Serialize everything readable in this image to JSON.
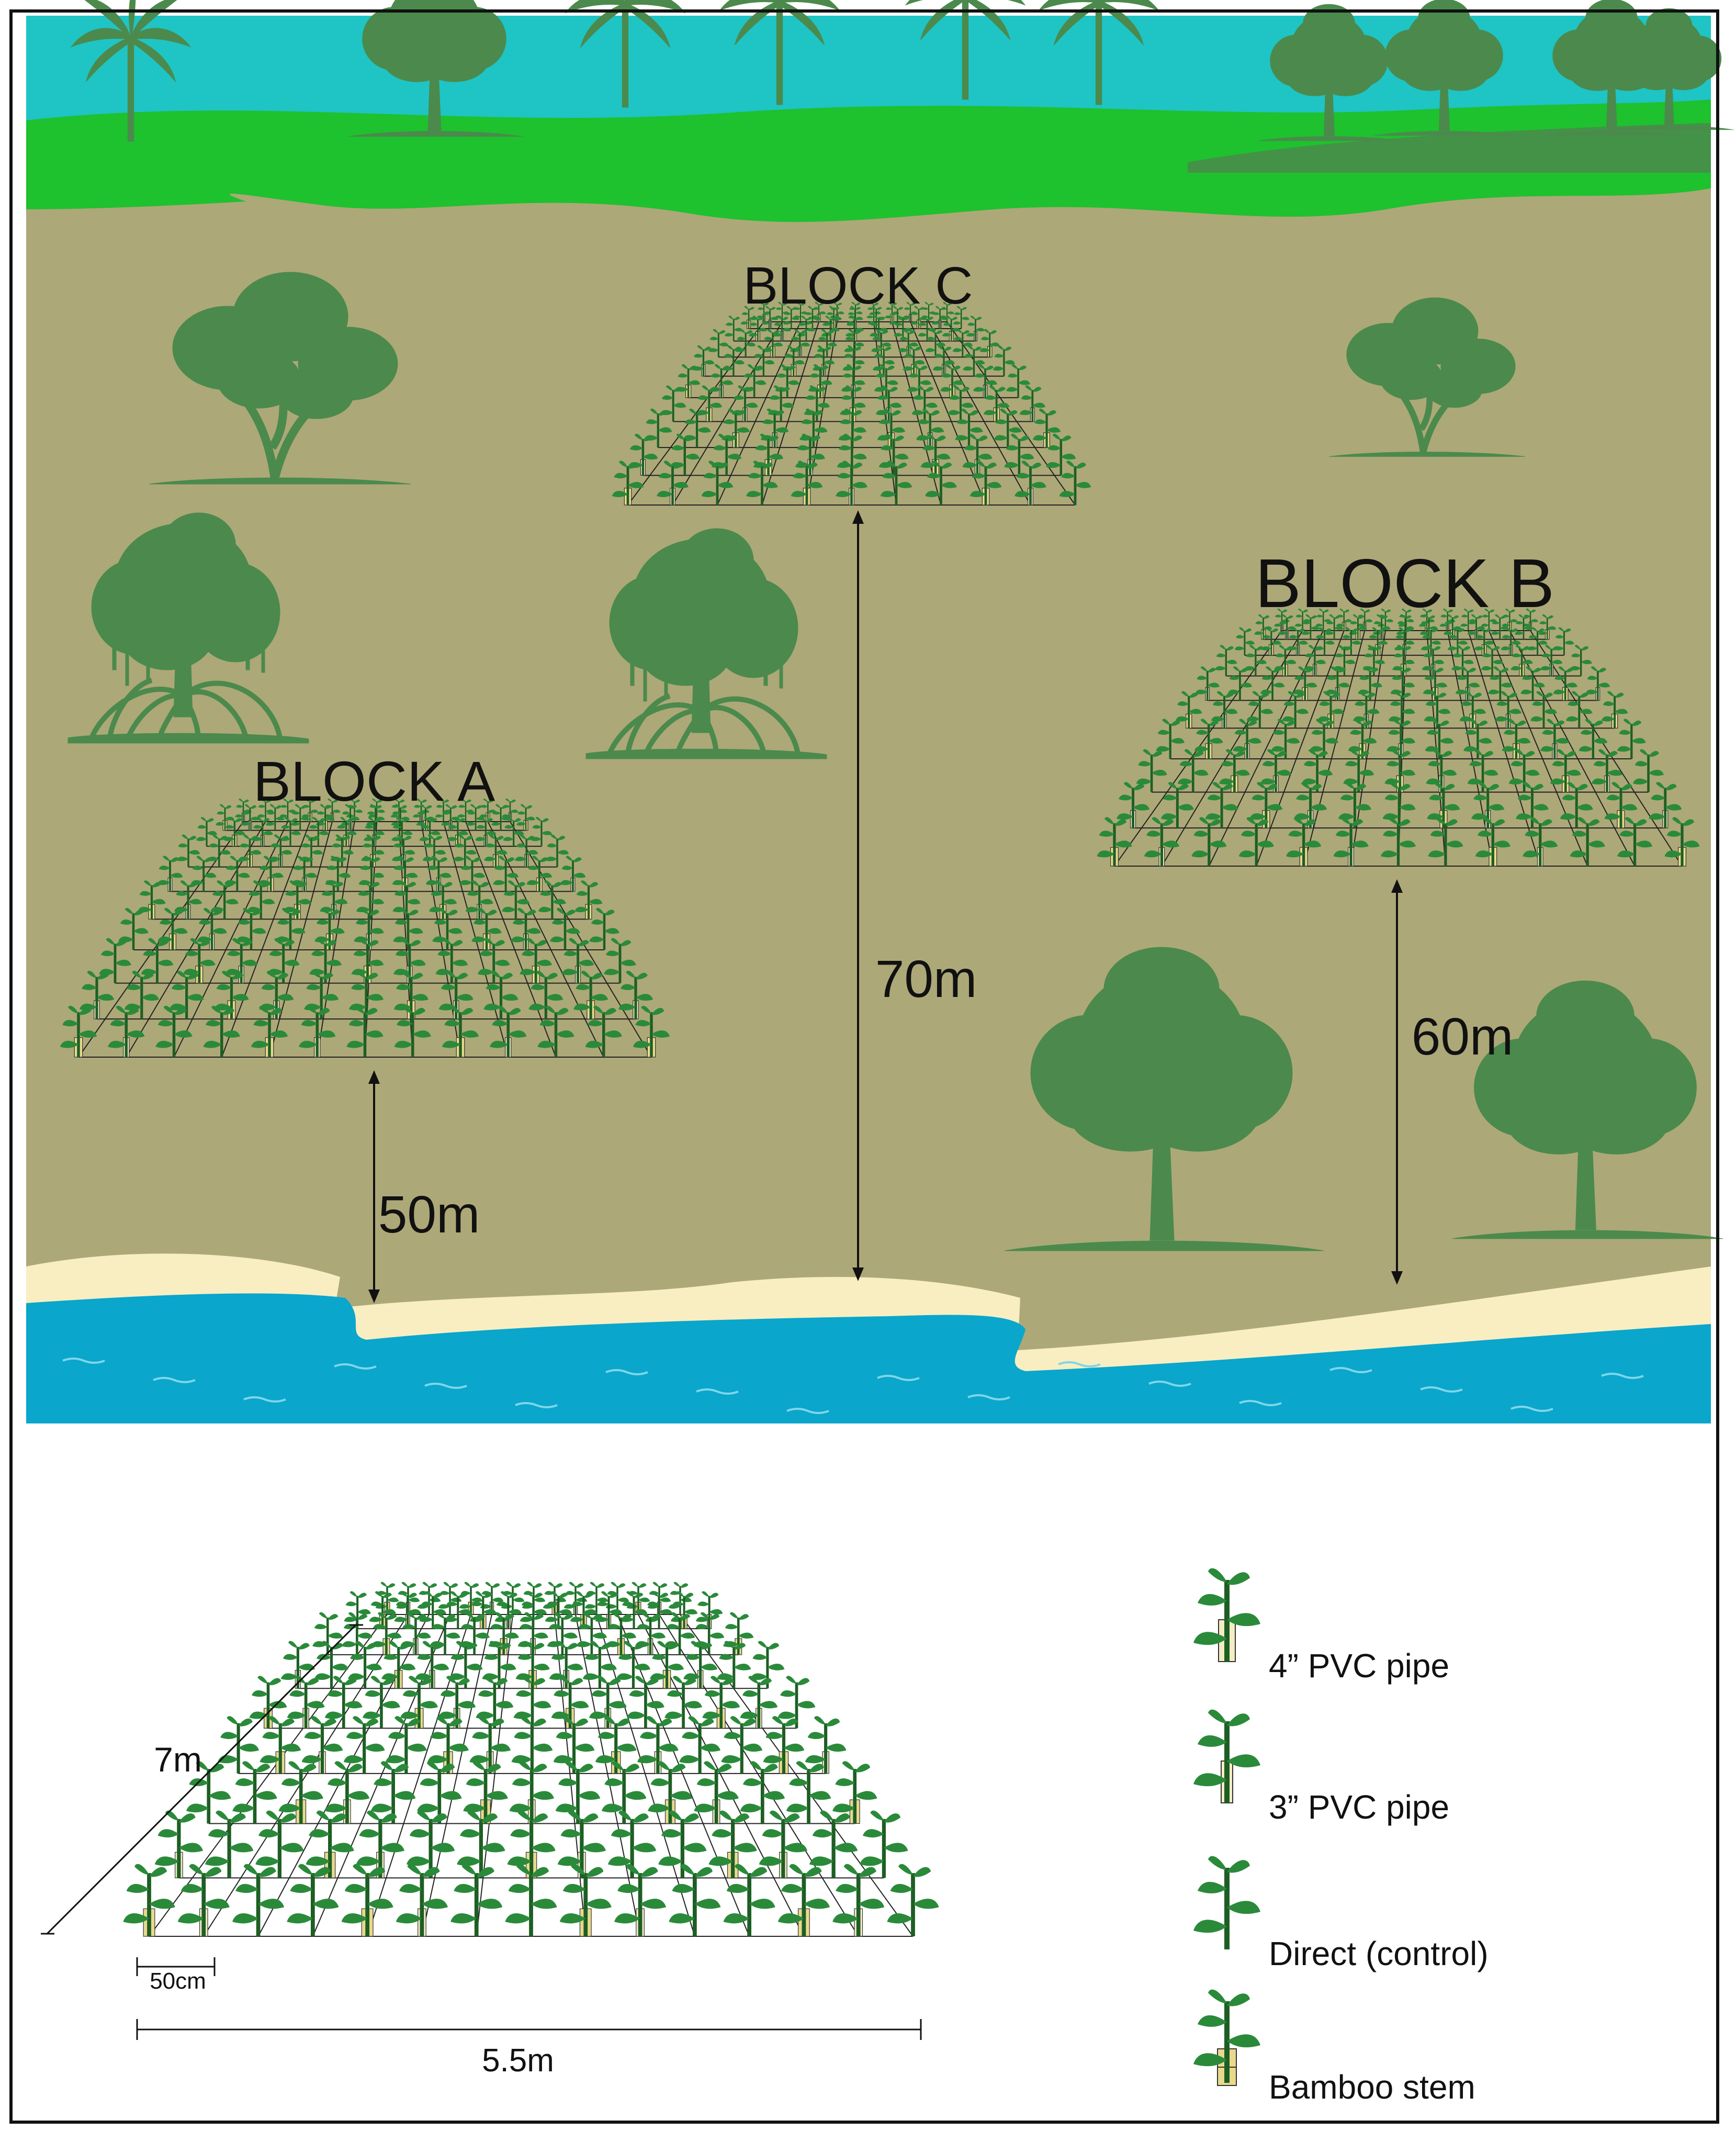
{
  "colors": {
    "sky": "#1fc4c4",
    "grass": "#1ec12e",
    "mud": "#ada878",
    "tree": "#4b8a4c",
    "sand": "#f8eec2",
    "sea": "#0aa6cc",
    "pvc": "#f3edc4",
    "bamboo": "#e8d98c",
    "leaf": "#2a8a3a",
    "stem": "#1e5e24"
  },
  "icons": [
    "palm-tree-icon",
    "mangrove-tree-icon",
    "broadleaf-tree-icon",
    "seedling-icon"
  ],
  "map": {
    "blocks": [
      {
        "id": "a",
        "label": "BLOCK A"
      },
      {
        "id": "c",
        "label": "BLOCK C"
      },
      {
        "id": "b",
        "label": "BLOCK B"
      }
    ],
    "distances": [
      {
        "id": "a",
        "label": "50m"
      },
      {
        "id": "c",
        "label": "70m"
      },
      {
        "id": "b",
        "label": "60m"
      }
    ]
  },
  "detail": {
    "depth_label": "7m",
    "spacing_label": "50cm",
    "width_label": "5.5m"
  },
  "legend": [
    {
      "id": "pvc4",
      "label": "4” PVC pipe"
    },
    {
      "id": "pvc3",
      "label": "3” PVC pipe"
    },
    {
      "id": "direct",
      "label": "Direct (control)"
    },
    {
      "id": "bamboo",
      "label": "Bamboo stem"
    }
  ]
}
